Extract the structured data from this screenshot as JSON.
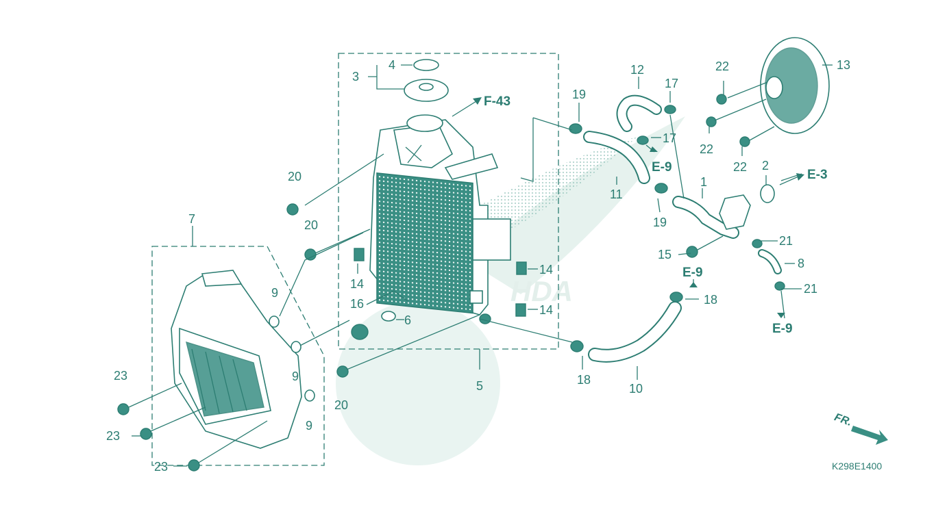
{
  "diagram": {
    "drawing_code": "K298E1400",
    "front_label": "FR.",
    "references": {
      "f43": "F-43",
      "e3": "E-3",
      "e9a": "E-9",
      "e9b": "E-9",
      "e9c": "E-9"
    },
    "callouts": {
      "p1": "1",
      "p2": "2",
      "p3": "3",
      "p4": "4",
      "p5": "5",
      "p6": "6",
      "p7": "7",
      "p8": "8",
      "p9a": "9",
      "p9b": "9",
      "p9c": "9",
      "p10": "10",
      "p11": "11",
      "p12": "12",
      "p13": "13",
      "p14a": "14",
      "p14b": "14",
      "p14c": "14",
      "p15": "15",
      "p16": "16",
      "p17a": "17",
      "p17b": "17",
      "p18a": "18",
      "p18b": "18",
      "p19a": "19",
      "p19b": "19",
      "p20a": "20",
      "p20b": "20",
      "p20c": "20",
      "p21a": "21",
      "p21b": "21",
      "p22a": "22",
      "p22b": "22",
      "p22c": "22",
      "p23a": "23",
      "p23b": "23",
      "p23c": "23"
    },
    "colors": {
      "ink": "#2c7d72",
      "fill": "#3a8f84",
      "watermark": "#e6f2ee"
    }
  }
}
